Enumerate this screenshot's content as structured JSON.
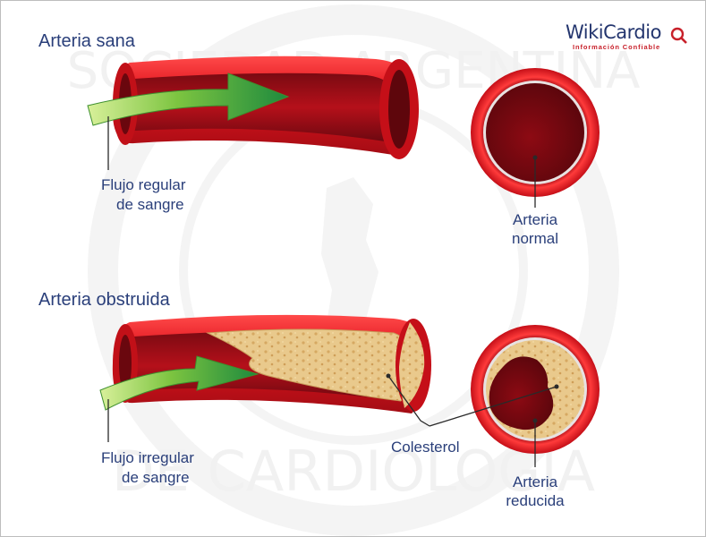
{
  "logo": {
    "name": "WikiCardio",
    "tagline": "Información Confiable",
    "brand_color": "#23356e",
    "accent_color": "#c8202a"
  },
  "watermark": {
    "text_top": "SOCIEDAD ARGENTINA",
    "text_bottom": "DE CARDIOLOGÍA"
  },
  "healthy": {
    "title": "Arteria sana",
    "flow_label_line1": "Flujo regular",
    "flow_label_line2": "de sangre",
    "cross_label_line1": "Arteria",
    "cross_label_line2": "normal"
  },
  "blocked": {
    "title": "Arteria obstruida",
    "flow_label_line1": "Flujo irregular",
    "flow_label_line2": "de sangre",
    "plaque_label": "Colesterol",
    "cross_label_line1": "Arteria",
    "cross_label_line2": "reducida"
  },
  "colors": {
    "artery_red": "#d8141c",
    "artery_dark": "#9a0d16",
    "plaque": "#e8c88a",
    "arrow_green": "#6cbf3c",
    "text_blue": "#2a3f7a"
  }
}
